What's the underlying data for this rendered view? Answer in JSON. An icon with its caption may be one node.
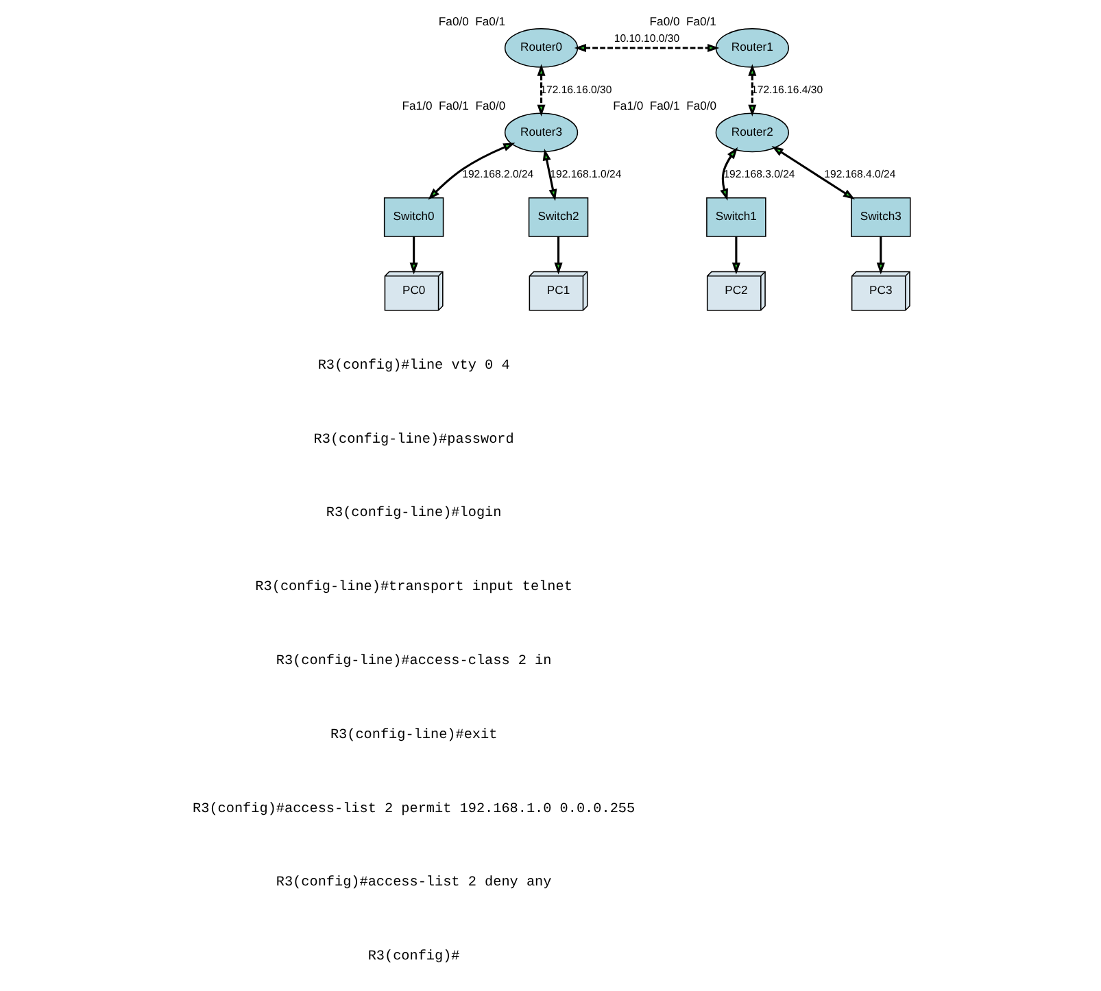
{
  "diagram": {
    "nodes": [
      {
        "text": [
          "Router0"
        ],
        "beside": [
          "Fa0/0",
          "Fa0/1"
        ]
      },
      {
        "text": [
          "Router1"
        ],
        "beside": [
          "Fa0/0",
          "Fa0/1"
        ]
      },
      {
        "text": [
          "Router3"
        ],
        "beside": [
          "Fa1/0",
          "Fa0/1",
          "Fa0/0"
        ]
      },
      {
        "text": [
          "Router2"
        ],
        "beside": [
          "Fa1/0",
          "Fa0/1",
          "Fa0/0"
        ]
      },
      {
        "text": [
          "Switch0"
        ]
      },
      {
        "text": [
          "Switch2"
        ]
      },
      {
        "text": [
          "Switch1"
        ]
      },
      {
        "text": [
          "Switch3"
        ]
      },
      {
        "text": [
          "PC0"
        ]
      },
      {
        "text": [
          "PC1"
        ]
      },
      {
        "text": [
          "PC2"
        ]
      },
      {
        "text": [
          "PC3"
        ]
      }
    ],
    "edges": [
      {
        "from": 0,
        "to": 1,
        "arrow": "both",
        "label": "10.10.10.0/30",
        "style": "dashed"
      },
      {
        "from": 0,
        "to": 2,
        "arrow": "both",
        "label": "172.16.16.0/30",
        "style": "dashed"
      },
      {
        "from": 1,
        "to": 3,
        "arrow": "both",
        "label": "172.16.16.4/30",
        "style": "dashed"
      },
      {
        "from": 2,
        "to": 4,
        "arrow": "both",
        "label": "192.168.2.0/24"
      },
      {
        "from": 2,
        "to": 5,
        "arrow": "both",
        "label": "192.168.1.0/24"
      },
      {
        "from": 3,
        "to": 6,
        "arrow": "both",
        "label": "192.168.3.0/24"
      },
      {
        "from": 3,
        "to": 7,
        "arrow": "both",
        "label": "192.168.4.0/24"
      },
      {
        "from": 4,
        "to": 8,
        "arrow": "to"
      },
      {
        "from": 5,
        "to": 9,
        "arrow": "to"
      },
      {
        "from": 6,
        "to": 10,
        "arrow": "to"
      },
      {
        "from": 7,
        "to": 11,
        "arrow": "to"
      }
    ],
    "labels": [
      "R3(config)#line vty 0 4",
      "R3(config-line)#password",
      "R3(config-line)#login",
      "R3(config-line)#transport input telnet",
      "R3(config-line)#access-class 2 in",
      "R3(config-line)#exit",
      "R3(config)#access-list 2 permit 192.168.1.0 0.0.0.255",
      "R3(config)#access-list 2 deny any",
      "R3(config)#"
    ]
  }
}
